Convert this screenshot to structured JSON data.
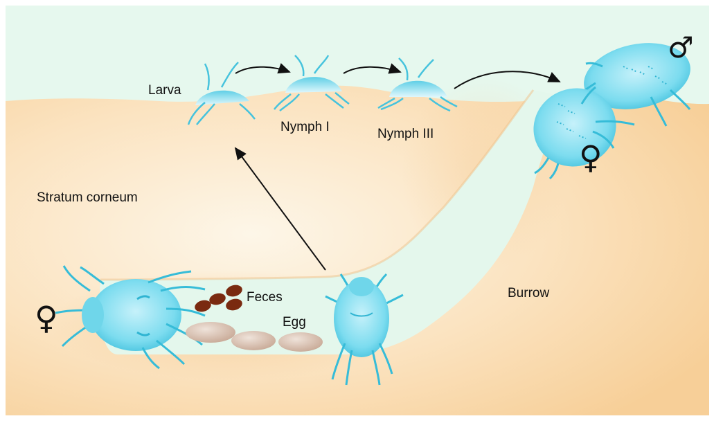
{
  "labels": {
    "larva": "Larva",
    "nymph1": "Nymph I",
    "nymph3": "Nymph III",
    "stratum": "Stratum corneum",
    "feces": "Feces",
    "egg": "Egg",
    "burrow": "Burrow"
  },
  "symbols": {
    "male": "♂",
    "female": "♀"
  },
  "colors": {
    "sky": "#e6f8ee",
    "skin": "#f8d4a2",
    "skin_light": "#fdf1dc",
    "burrow": "#e6f8ee",
    "mite": "#6fd6ea",
    "mite_dark": "#36bcd8",
    "feces": "#7a2a10",
    "egg": "#d8bfae"
  },
  "icons": [
    "larva-icon",
    "nymph-icon",
    "male-mite-icon",
    "female-mite-icon",
    "egg-icon",
    "feces-icon",
    "arrow-icon"
  ]
}
